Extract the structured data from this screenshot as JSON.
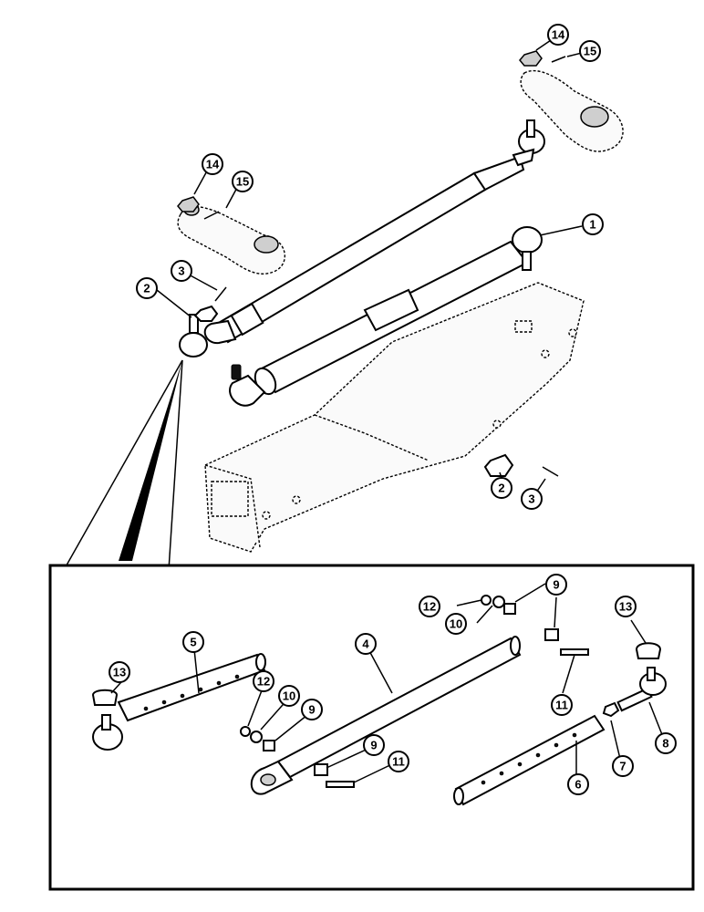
{
  "callouts": {
    "c1": "1",
    "c2a": "2",
    "c2b": "2",
    "c3a": "3",
    "c3b": "3",
    "c4": "4",
    "c5": "5",
    "c6": "6",
    "c7": "7",
    "c8": "8",
    "c9a": "9",
    "c9b": "9",
    "c9c": "9",
    "c10a": "10",
    "c10b": "10",
    "c11a": "11",
    "c11b": "11",
    "c12a": "12",
    "c12b": "12",
    "c13a": "13",
    "c13b": "13",
    "c14a": "14",
    "c14b": "14",
    "c15a": "15",
    "c15b": "15"
  }
}
